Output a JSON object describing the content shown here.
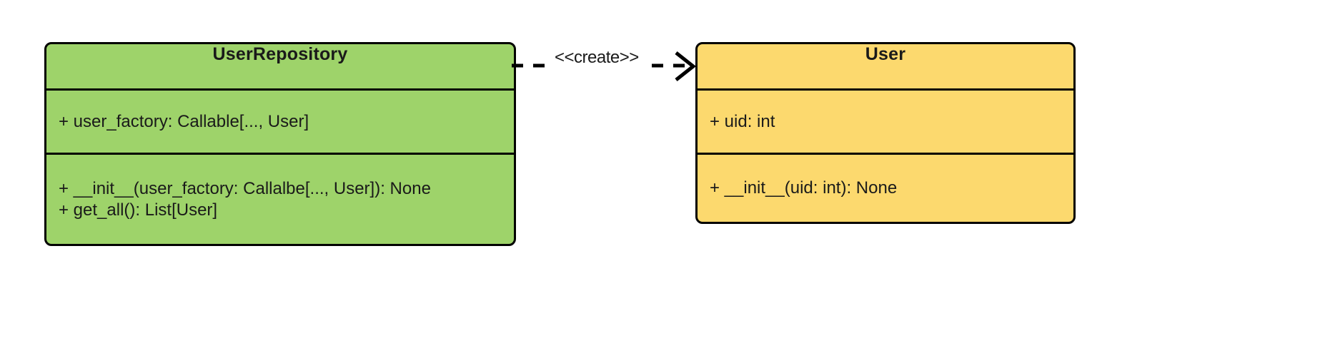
{
  "diagram": {
    "type": "uml-class-diagram",
    "background": "#ffffff"
  },
  "classes": [
    {
      "id": "user-repository",
      "name": "UserRepository",
      "fill": "#9ed36a",
      "border": "#000000",
      "attributes": [
        "+ user_factory: Callable[..., User]"
      ],
      "methods": [
        "+ __init__(user_factory: Callalbe[..., User]): None",
        "+ get_all(): List[User]"
      ]
    },
    {
      "id": "user",
      "name": "User",
      "fill": "#fcd96e",
      "border": "#000000",
      "attributes": [
        "+ uid: int"
      ],
      "methods": [
        "+ __init__(uid: int): None"
      ]
    }
  ],
  "relationships": [
    {
      "id": "create-dependency",
      "from": "user-repository",
      "to": "user",
      "stereotype": "<<create>>",
      "line_style": "dashed",
      "arrow_head": "open",
      "color": "#000000"
    }
  ]
}
